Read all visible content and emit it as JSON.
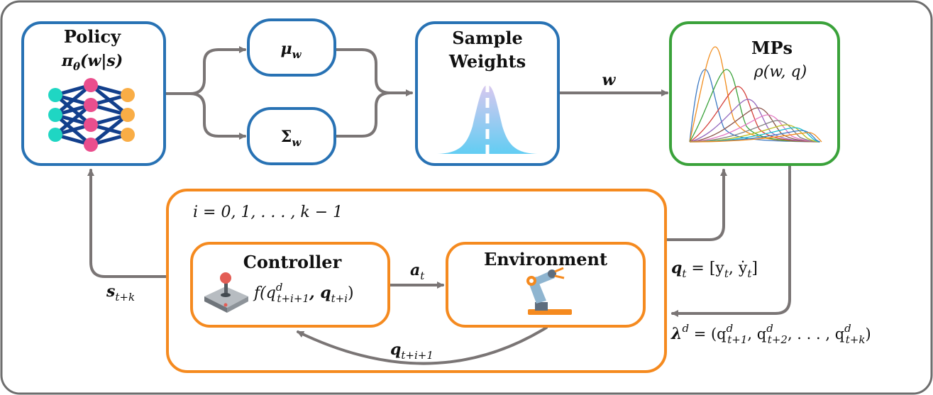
{
  "colors": {
    "outer_border": "#6e6e6e",
    "blue_box": "#2872b4",
    "green_box": "#3aa23a",
    "orange_box": "#f58a1f",
    "arrow": "#7a7575"
  },
  "policy": {
    "title": "Policy",
    "formula_bold": "π",
    "formula_sub": "θ",
    "formula_rest": "(w|s)"
  },
  "mu": {
    "symbol": "μ",
    "sub": "w"
  },
  "sigma": {
    "symbol": "Σ",
    "sub": "w"
  },
  "sample": {
    "line1": "Sample",
    "line2": "Weights"
  },
  "mps": {
    "title": "MPs",
    "formula": "ρ(w, q)"
  },
  "edges": {
    "w_label": "w",
    "s_label": "s",
    "s_sub": "t+k",
    "a_label": "a",
    "a_sub": "t",
    "q_feedback": "q",
    "q_feedback_sub": "t+i+1",
    "qt_label": "q",
    "qt_sub": "t",
    "qt_rest": " = [y",
    "qt_rest_sub": "t",
    "qt_rest2": ", ẏ",
    "qt_rest_sub2": "t",
    "qt_end": "]",
    "lambda_label": "λ",
    "lambda_sup": "d",
    "lambda_rest": " = (q",
    "l1_sup": "d",
    "l1_sub": "t+1",
    "l2": ", q",
    "l2_sup": "d",
    "l2_sub": "t+2",
    "l3": ", . . . , q",
    "l3_sup": "d",
    "l3_sub": "t+k",
    "l_end": ")"
  },
  "loop": {
    "label": "i = 0, 1, . . . , k − 1"
  },
  "controller": {
    "title": "Controller",
    "f": "f(q",
    "f_sup": "d",
    "f_sub": "t+i+1",
    "f_mid": ", q",
    "f_sub2": "t+i",
    "f_end": ")"
  },
  "environment": {
    "title": "Environment"
  },
  "icons": [
    "neural-network-icon",
    "gaussian-bell-icon",
    "mp-curves-icon",
    "joystick-icon",
    "robot-arm-icon"
  ]
}
